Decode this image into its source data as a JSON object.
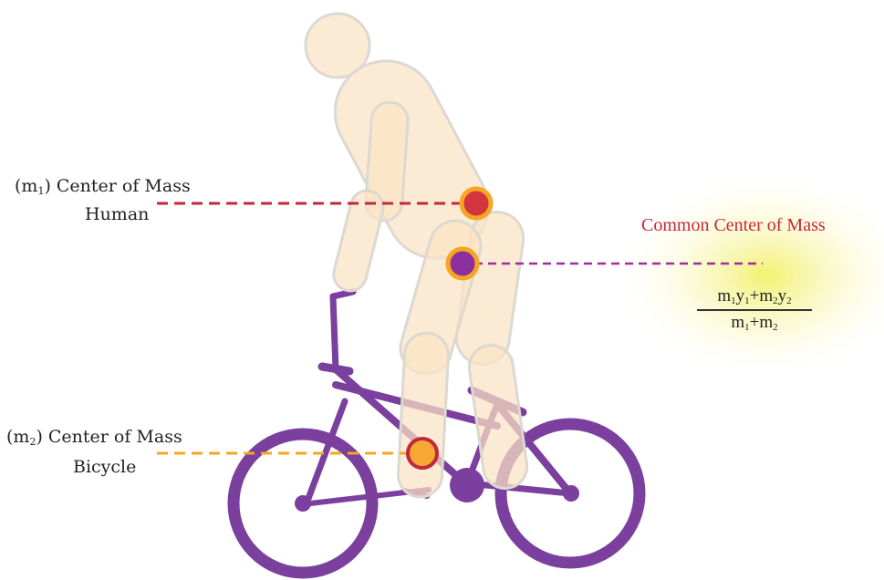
{
  "human_label": {
    "prefix": "(m",
    "sub": "1",
    "suffix": ") Center of Mass",
    "line2": "Human"
  },
  "bicycle_label": {
    "prefix": "(m",
    "sub": "2",
    "suffix": ") Center of Mass",
    "line2": "Bicycle"
  },
  "common": {
    "title": "Common Center of Mass",
    "numerator": {
      "m1": "m",
      "m1_sub": "1",
      "y1": "y",
      "y1_sub": "1",
      "plus": "+",
      "m2": "m",
      "m2_sub": "2",
      "y2": "y",
      "y2_sub": "2"
    },
    "denominator": {
      "m1": "m",
      "m1_sub": "1",
      "plus": "+",
      "m2": "m",
      "m2_sub": "2"
    }
  },
  "colors": {
    "human_line": "#c0283c",
    "bicycle_line": "#f5a623",
    "common_line": "#9b2f9b",
    "bike": "#7b3f9e",
    "body_fill": "#fbe3c4",
    "body_stroke": "#e3ded8",
    "glow": "#f4f06a"
  }
}
